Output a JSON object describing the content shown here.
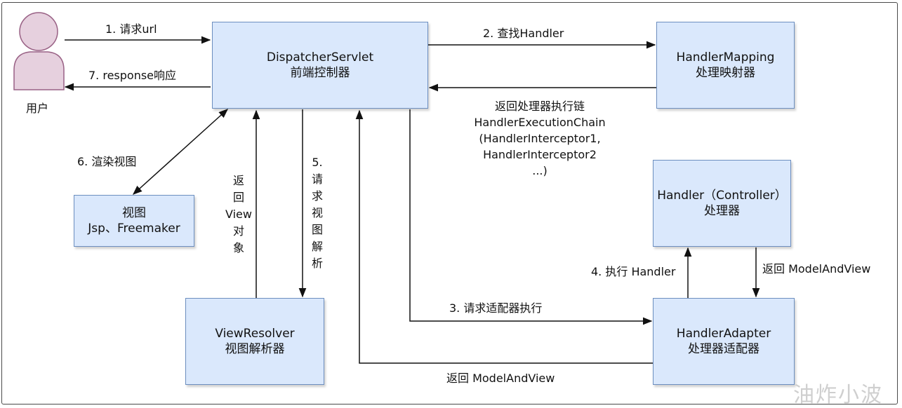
{
  "user": {
    "caption": "用户"
  },
  "boxes": {
    "dispatcher": {
      "line1": "DispatcherServlet",
      "line2": "前端控制器"
    },
    "mapping": {
      "line1": "HandlerMapping",
      "line2": "处理映射器"
    },
    "view": {
      "line1": "视图",
      "line2": "Jsp、Freemaker"
    },
    "handler": {
      "line1": "Handler（Controller）",
      "line2": "处理器"
    },
    "resolver": {
      "line1": "ViewResolver",
      "line2": "视图解析器"
    },
    "adapter": {
      "line1": "HandlerAdapter",
      "line2": "处理器适配器"
    }
  },
  "labels": {
    "step1": "1. 请求url",
    "step7": "7. response响应",
    "step2": "2. 查找Handler",
    "chain1": "返回处理器执行链",
    "chain2": "HandlerExecutionChain",
    "chain3": "(HandlerInterceptor1,",
    "chain4": "HandlerInterceptor2",
    "chain5": "...)",
    "step6": "6. 渲染视图",
    "return_view": [
      "返",
      "回",
      "View",
      "对",
      "象"
    ],
    "step5": [
      "5.",
      "请",
      "求",
      "视",
      "图",
      "解",
      "析"
    ],
    "step4": "4. 执行 Handler",
    "return_mav_right": "返回 ModelAndView",
    "step3": "3. 请求适配器执行",
    "return_mav_bottom": "返回 ModelAndView"
  },
  "watermark": "油炸小波",
  "colors": {
    "box_fill": "#dae8fc",
    "box_border": "#6c8ebf",
    "user_fill": "#e6d0de",
    "user_stroke": "#996185",
    "arrow": "#111111"
  }
}
